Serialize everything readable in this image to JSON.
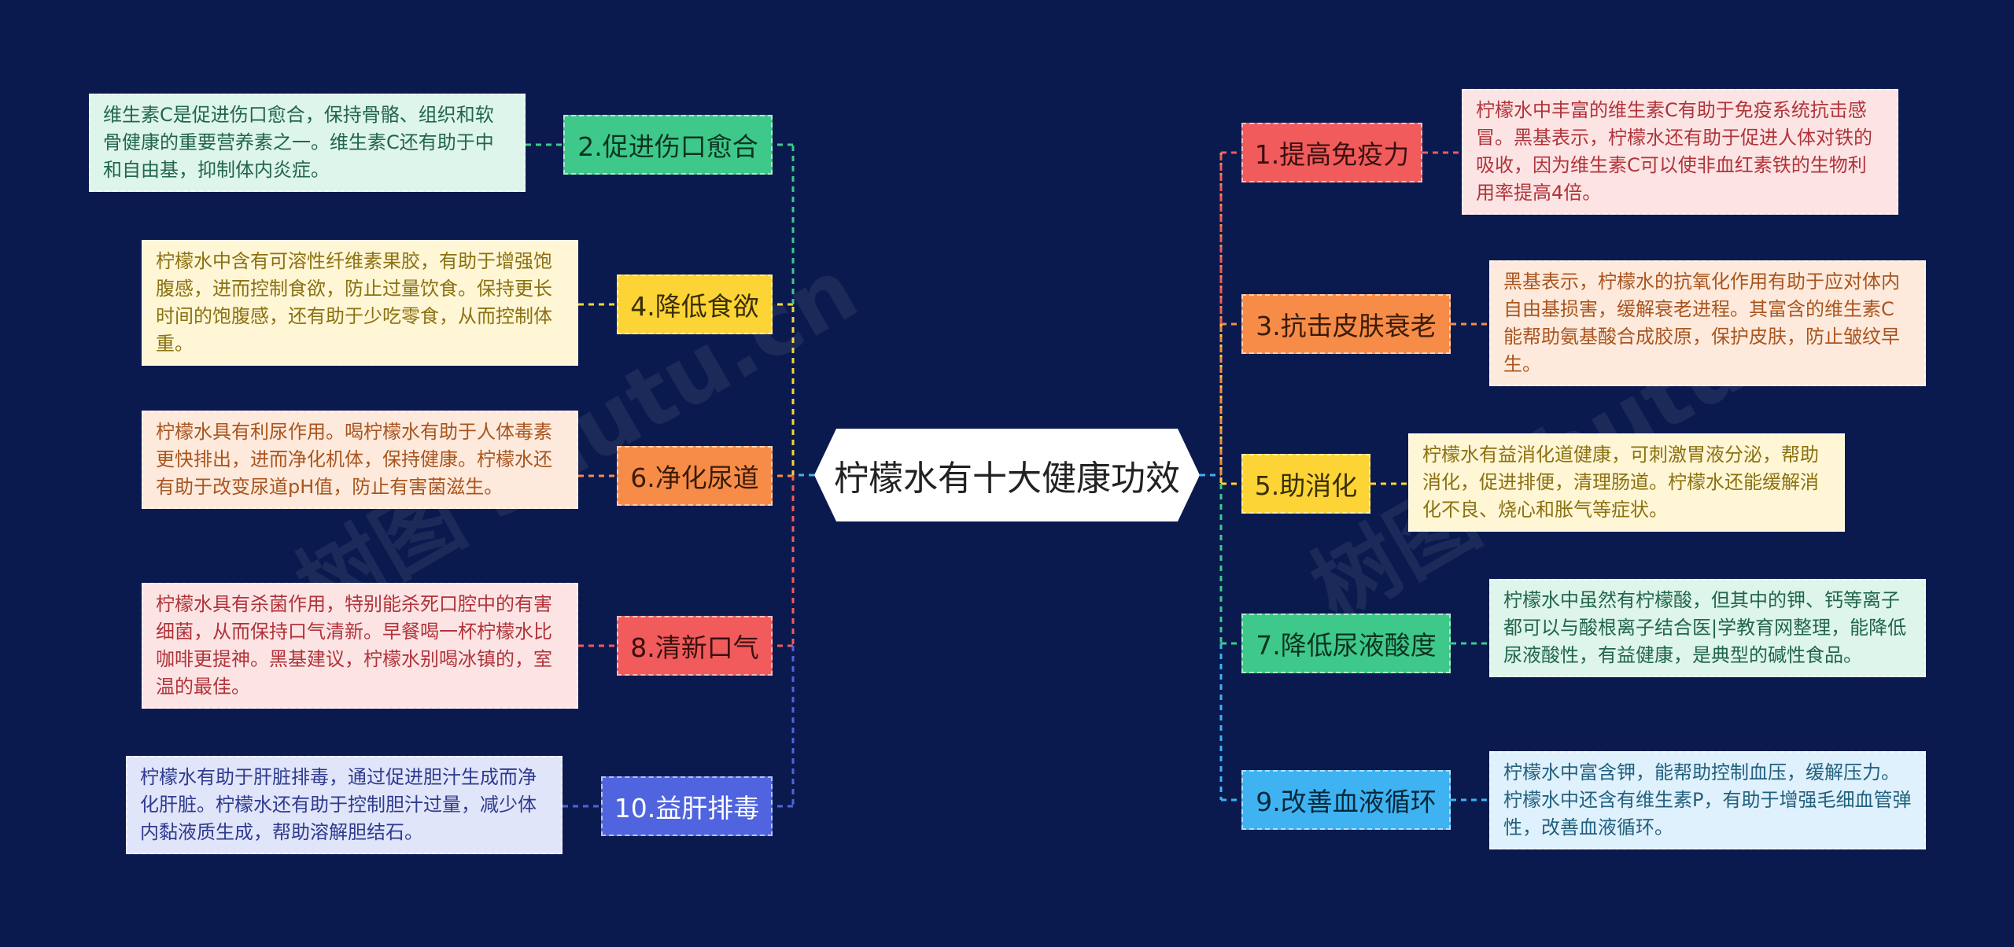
{
  "center": "柠檬水有十大健康功效",
  "watermark": "树图 shutu.cn",
  "topics": [
    {
      "id": "t1",
      "label": "1.提高免疫力",
      "color": "#f15b5b",
      "text_color": "#3a1010"
    },
    {
      "id": "t2",
      "label": "2.促进伤口愈合",
      "color": "#3ec98a",
      "text_color": "#0c3322"
    },
    {
      "id": "t3",
      "label": "3.抗击皮肤衰老",
      "color": "#f78c48",
      "text_color": "#3a1c08"
    },
    {
      "id": "t4",
      "label": "4.降低食欲",
      "color": "#fcd435",
      "text_color": "#3a2e05"
    },
    {
      "id": "t5",
      "label": "5.助消化",
      "color": "#fcd435",
      "text_color": "#3a2e05"
    },
    {
      "id": "t6",
      "label": "6.净化尿道",
      "color": "#f78c48",
      "text_color": "#3a1c08"
    },
    {
      "id": "t7",
      "label": "7.降低尿液酸度",
      "color": "#3ec98a",
      "text_color": "#0c3322"
    },
    {
      "id": "t8",
      "label": "8.清新口气",
      "color": "#f15b5b",
      "text_color": "#3a1010"
    },
    {
      "id": "t9",
      "label": "9.改善血液循环",
      "color": "#3fb3f2",
      "text_color": "#08283a"
    },
    {
      "id": "t10",
      "label": "10.益肝排毒",
      "color": "#4f64de",
      "text_color": "#ffffff"
    }
  ],
  "notes": [
    {
      "id": "n1",
      "text": "柠檬水中丰富的维生素C有助于免疫系统抗击感冒。黑基表示，柠檬水还有助于促进人体对铁的吸收，因为维生素C可以使非血红素铁的生物利用率提高4倍。",
      "bg": "#fde4e4",
      "fg": "#b0343a"
    },
    {
      "id": "n2",
      "text": "维生素C是促进伤口愈合，保持骨骼、组织和软骨健康的重要营养素之一。维生素C还有助于中和自由基，抑制体内炎症。",
      "bg": "#ddf5ea",
      "fg": "#22664a"
    },
    {
      "id": "n3",
      "text": "黑基表示，柠檬水的抗氧化作用有助于应对体内自由基损害，缓解衰老进程。其富含的维生素C能帮助氨基酸合成胶原，保护皮肤，防止皱纹早生。",
      "bg": "#feeadc",
      "fg": "#a9551f"
    },
    {
      "id": "n4",
      "text": "柠檬水中含有可溶性纤维素果胶，有助于增强饱腹感，进而控制食欲，防止过量饮食。保持更长时间的饱腹感，还有助于少吃零食，从而控制体重。",
      "bg": "#fef6d5",
      "fg": "#8c7112"
    },
    {
      "id": "n5",
      "text": "柠檬水有益消化道健康，可刺激胃液分泌，帮助消化，促进排便，清理肠道。柠檬水还能缓解消化不良、烧心和胀气等症状。",
      "bg": "#fef6d5",
      "fg": "#8c7112"
    },
    {
      "id": "n6",
      "text": "柠檬水具有利尿作用。喝柠檬水有助于人体毒素更快排出，进而净化机体，保持健康。柠檬水还有助于改变尿道pH值，防止有害菌滋生。",
      "bg": "#feeadc",
      "fg": "#a9551f"
    },
    {
      "id": "n7",
      "text": "柠檬水中虽然有柠檬酸，但其中的钾、钙等离子都可以与酸根离子结合医|学教育网整理，能降低尿液酸性，有益健康，是典型的碱性食品。",
      "bg": "#ddf5ea",
      "fg": "#22664a"
    },
    {
      "id": "n8",
      "text": "柠檬水具有杀菌作用，特别能杀死口腔中的有害细菌，从而保持口气清新。早餐喝一杯柠檬水比咖啡更提神。黑基建议，柠檬水别喝冰镇的，室温的最佳。",
      "bg": "#fde4e4",
      "fg": "#b0343a"
    },
    {
      "id": "n9",
      "text": "柠檬水中富含钾，能帮助控制血压，缓解压力。柠檬水中还含有维生素P，有助于增强毛细血管弹性，改善血液循环。",
      "bg": "#dff1fc",
      "fg": "#22607e"
    },
    {
      "id": "n10",
      "text": "柠檬水有助于肝脏排毒，通过促进胆汁生成而净化肝脏。柠檬水还有助于控制胆汁过量，减少体内黏液质生成，帮助溶解胆结石。",
      "bg": "#e1e5fa",
      "fg": "#2e3b8e"
    }
  ]
}
